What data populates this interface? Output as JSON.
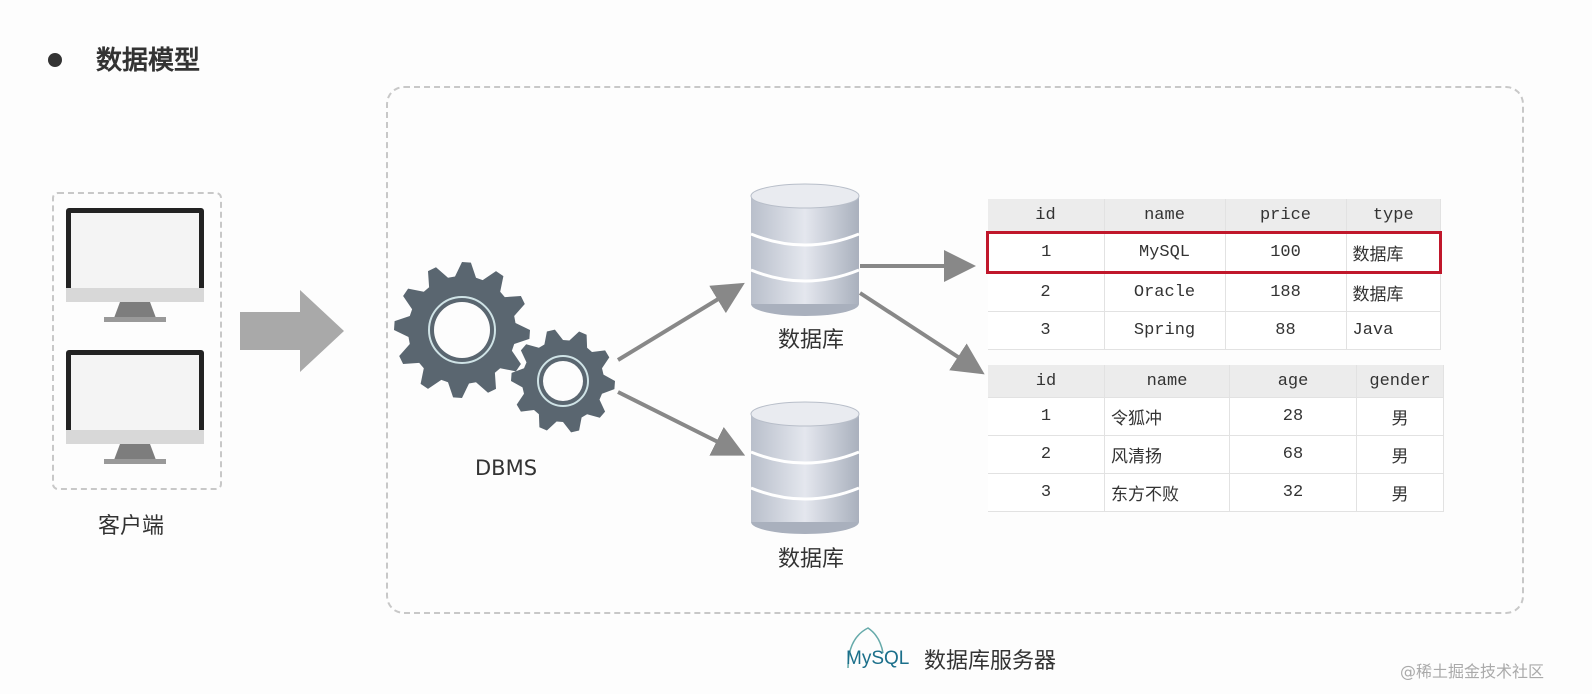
{
  "title": "数据模型",
  "client_label": "客户端",
  "dbms_label": "DBMS",
  "db_labels": [
    "数据库",
    "数据库"
  ],
  "server_label": "数据库服务器",
  "mysql_logo": "MySQL",
  "watermark": "@稀土掘金技术社区",
  "table1": {
    "headers": [
      "id",
      "name",
      "price",
      "type"
    ],
    "rows": [
      [
        "1",
        "MySQL",
        "100",
        "数据库"
      ],
      [
        "2",
        "Oracle",
        "188",
        "数据库"
      ],
      [
        "3",
        "Spring",
        "88",
        "Java"
      ]
    ],
    "highlight_row": 0
  },
  "table2": {
    "headers": [
      "id",
      "name",
      "age",
      "gender"
    ],
    "rows": [
      [
        "1",
        "令狐冲",
        "28",
        "男"
      ],
      [
        "2",
        "风清扬",
        "68",
        "男"
      ],
      [
        "3",
        "东方不败",
        "32",
        "男"
      ]
    ]
  },
  "colors": {
    "gear": "#5a6670",
    "highlight": "#c0172b",
    "arrow": "#888888"
  }
}
